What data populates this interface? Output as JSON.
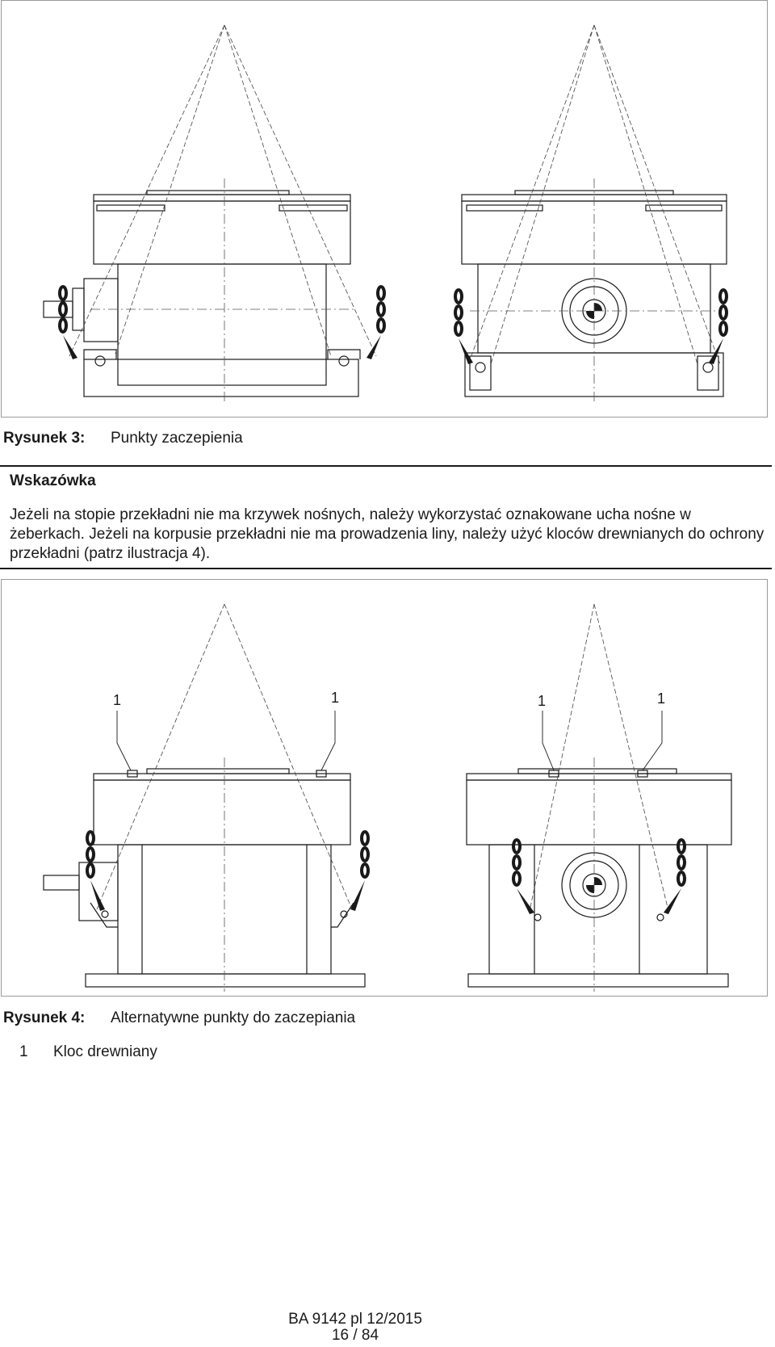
{
  "figure3": {
    "caption_label": "Rysunek 3:",
    "caption_text": "Punkty zaczepienia"
  },
  "note": {
    "title": "Wskazówka",
    "text": "Jeżeli na stopie przekładni nie ma krzywek nośnych, należy wykorzystać oznakowane ucha nośne w żeberkach. Jeżeli na korpusie przekładni nie ma prowadzenia liny, należy użyć kloców drewnianych do ochrony przekładni (patrz ilustracja 4)."
  },
  "figure4": {
    "caption_label": "Rysunek 4:",
    "caption_text": "Alternatywne punkty do zaczepiania",
    "callout_number": "1",
    "legend": [
      {
        "number": "1",
        "text": "Kloc drewniany"
      }
    ]
  },
  "footer": {
    "doc_id": "BA 9142 pl 12/2015",
    "page": "16 / 84"
  }
}
